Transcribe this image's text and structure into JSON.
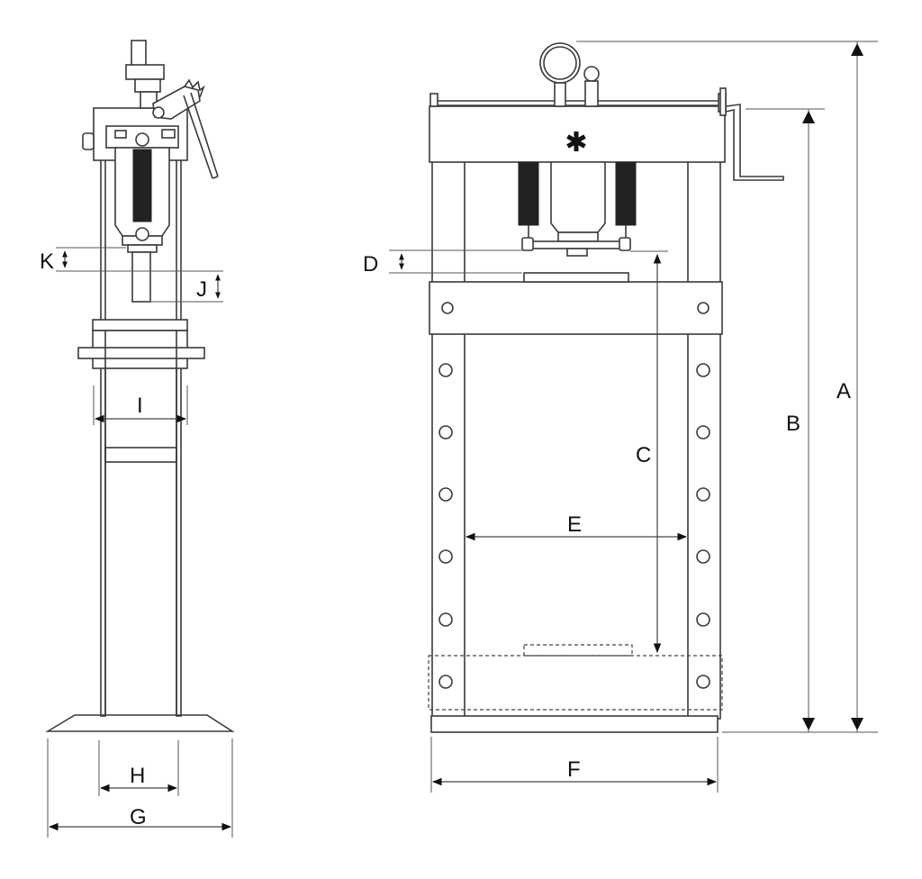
{
  "labels": {
    "A": "A",
    "B": "B",
    "C": "C",
    "D": "D",
    "E": "E",
    "F": "F",
    "G": "G",
    "H": "H",
    "I": "I",
    "J": "J",
    "K": "K"
  }
}
